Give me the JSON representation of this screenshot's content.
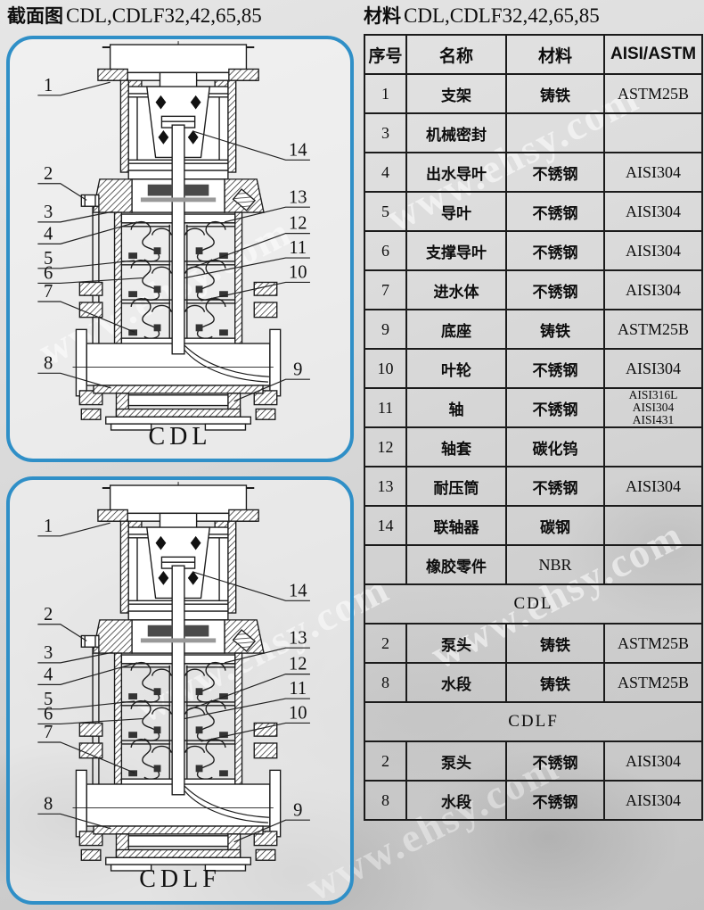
{
  "watermark": {
    "text": "www.ehsy.com"
  },
  "left_panel": {
    "title_cjk": "截面图",
    "title_models": "CDL,CDLF32,42,65,85"
  },
  "right_panel": {
    "title_cjk": "材料",
    "title_models": "CDL,CDLF32,42,65,85"
  },
  "diagrams": [
    {
      "id": "cdl",
      "label": "CDL"
    },
    {
      "id": "cdlf",
      "label": "CDLF"
    }
  ],
  "callouts": {
    "left": [
      "1",
      "2",
      "3",
      "4",
      "5",
      "6",
      "7",
      "8"
    ],
    "right": [
      "14",
      "13",
      "12",
      "11",
      "10",
      "9"
    ]
  },
  "colors": {
    "box_border": "#2f8fc7",
    "drawing_line": "#1c1c1c",
    "table_border": "#1b1b1b"
  },
  "table": {
    "headers": [
      "序号",
      "名称",
      "材料",
      "AISI/ASTM"
    ],
    "rows": [
      {
        "cells": [
          "1",
          "支架",
          "铸铁",
          "ASTM25B"
        ]
      },
      {
        "cells": [
          "3",
          "机械密封",
          "",
          ""
        ]
      },
      {
        "cells": [
          "4",
          "出水导叶",
          "不锈钢",
          "AISI304"
        ]
      },
      {
        "cells": [
          "5",
          "导叶",
          "不锈钢",
          "AISI304"
        ]
      },
      {
        "cells": [
          "6",
          "支撑导叶",
          "不锈钢",
          "AISI304"
        ]
      },
      {
        "cells": [
          "7",
          "进水体",
          "不锈钢",
          "AISI304"
        ]
      },
      {
        "cells": [
          "9",
          "底座",
          "铸铁",
          "ASTM25B"
        ]
      },
      {
        "cells": [
          "10",
          "叶轮",
          "不锈钢",
          "AISI304"
        ]
      },
      {
        "cells": [
          "11",
          "轴",
          "不锈钢",
          [
            "AISI316L",
            "AISI304",
            "AISI431"
          ]
        ]
      },
      {
        "cells": [
          "12",
          "轴套",
          "碳化钨",
          ""
        ]
      },
      {
        "cells": [
          "13",
          "耐压筒",
          "不锈钢",
          "AISI304"
        ]
      },
      {
        "cells": [
          "14",
          "联轴器",
          "碳钢",
          ""
        ]
      },
      {
        "cells": [
          "",
          "橡胶零件",
          "NBR",
          ""
        ]
      },
      {
        "section": "CDL"
      },
      {
        "cells": [
          "2",
          "泵头",
          "铸铁",
          "ASTM25B"
        ]
      },
      {
        "cells": [
          "8",
          "水段",
          "铸铁",
          "ASTM25B"
        ]
      },
      {
        "section": "CDLF"
      },
      {
        "cells": [
          "2",
          "泵头",
          "不锈钢",
          "AISI304"
        ]
      },
      {
        "cells": [
          "8",
          "水段",
          "不锈钢",
          "AISI304"
        ]
      }
    ]
  }
}
